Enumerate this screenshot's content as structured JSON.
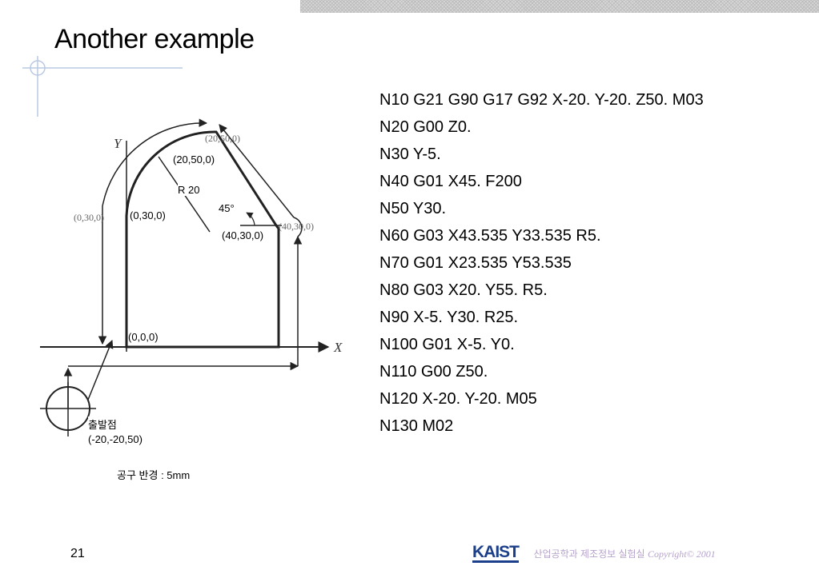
{
  "slide": {
    "title": "Another example",
    "page_number": "21"
  },
  "gcode": [
    "N10 G21 G90 G17 G92 X-20. Y-20. Z50. M03",
    "N20 G00 Z0.",
    "N30 Y-5.",
    "N40 G01 X45. F200",
    "N50 Y30.",
    "N60 G03 X43.535 Y33.535 R5.",
    "N70 G01 X23.535 Y53.535",
    "N80 G03 X20. Y55. R5.",
    "N90 X-5. Y30. R25.",
    "N100 G01 X-5. Y0.",
    "N110 G00 Z50.",
    "N120 X-20. Y-20. M05",
    "N130 M02"
  ],
  "diagram": {
    "labels": {
      "top": "(20,50,0)",
      "radius": "R 20",
      "angle": "45°",
      "left": "(0,30,0)",
      "right": "(40,30,0)",
      "origin": "(0,0,0)",
      "start_name": "출발점",
      "start_coords": "(-20,-20,50)",
      "tool_radius": "공구 반경 : 5mm"
    },
    "faint_labels": {
      "y_axis": "Y",
      "x_axis": "X",
      "top_old": "(20,50,0)",
      "left_old": "(0,30,0)",
      "right_old": "(40,30,0)"
    }
  },
  "footer": {
    "logo": "KAIST",
    "lab": "산업공학과 제조정보 실험실",
    "copyright": "Copyright© 2001"
  },
  "colors": {
    "copyright_text": "#b6a3cc",
    "logo": "#1b3f8b",
    "decor_lines": "#b9c8e3"
  }
}
